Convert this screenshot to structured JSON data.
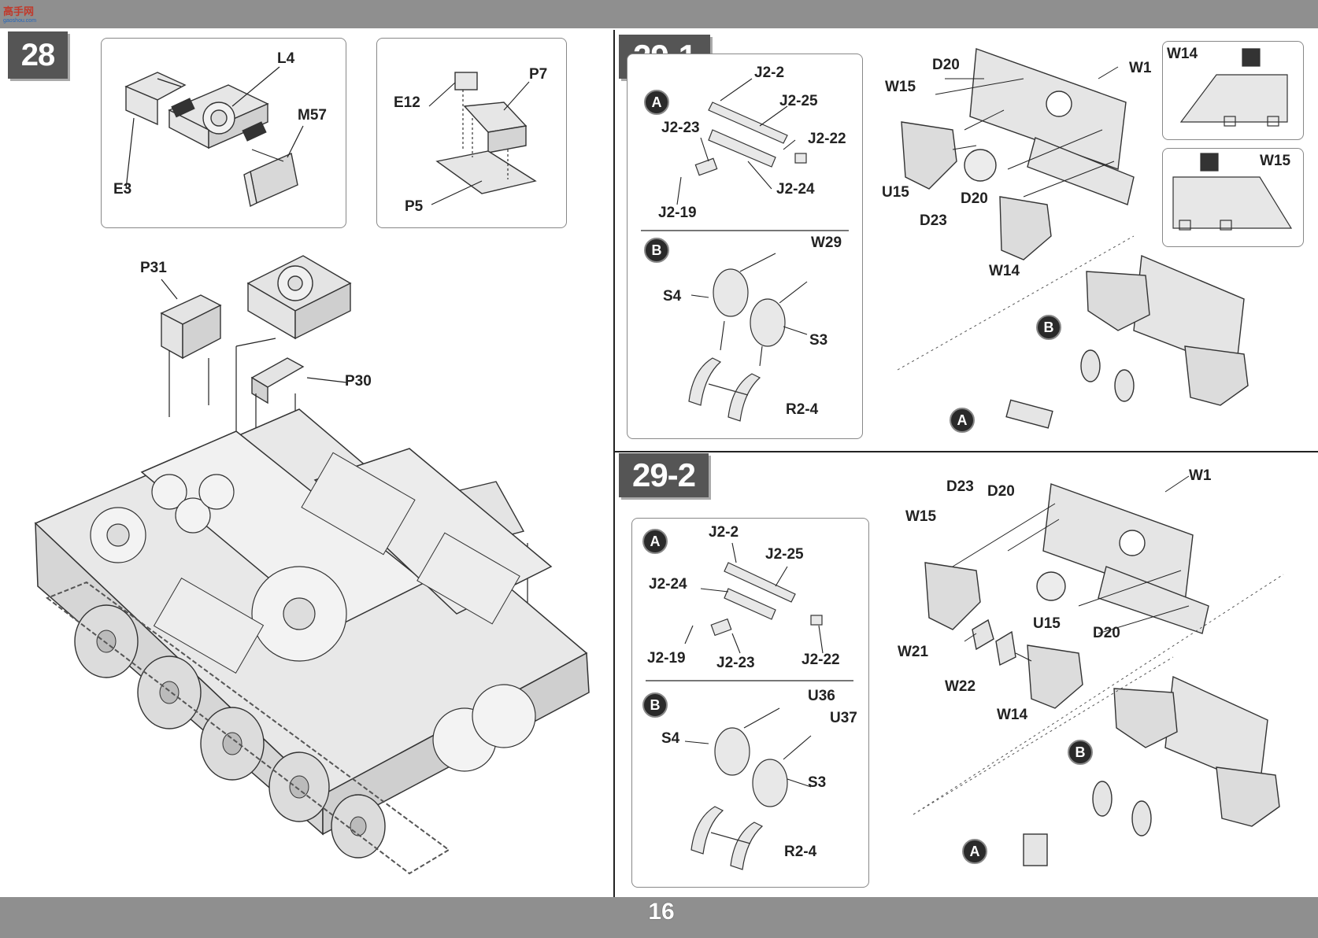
{
  "header": {
    "logo_text": "高手网",
    "logo_url": "gaoshou.com"
  },
  "page_number": "16",
  "steps": {
    "s28": {
      "number": "28",
      "labels": {
        "L4": "L4",
        "M57": "M57",
        "E3": "E3",
        "E12": "E12",
        "P7": "P7",
        "P5": "P5",
        "P31": "P31",
        "P30": "P30"
      }
    },
    "s29_1": {
      "number": "29-1",
      "sub_a": "A",
      "sub_b": "B",
      "labels": {
        "J2_2": "J2-2",
        "J2_25": "J2-25",
        "J2_23": "J2-23",
        "J2_22": "J2-22",
        "J2_24": "J2-24",
        "J2_19": "J2-19",
        "W29": "W29",
        "S4": "S4",
        "S3": "S3",
        "R2_4": "R2-4",
        "D20a": "D20",
        "W1": "W1",
        "W15": "W15",
        "U15": "U15",
        "D20b": "D20",
        "D23": "D23",
        "W14": "W14",
        "W14_inset": "W14",
        "W15_inset": "W15"
      }
    },
    "s29_2": {
      "number": "29-2",
      "sub_a": "A",
      "sub_b": "B",
      "labels": {
        "J2_2": "J2-2",
        "J2_25": "J2-25",
        "J2_24": "J2-24",
        "J2_19": "J2-19",
        "J2_23": "J2-23",
        "J2_22": "J2-22",
        "U36": "U36",
        "U37": "U37",
        "S4": "S4",
        "S3": "S3",
        "R2_4": "R2-4",
        "D23": "D23",
        "D20a": "D20",
        "W1": "W1",
        "W15": "W15",
        "U15": "U15",
        "D20b": "D20",
        "W21": "W21",
        "W22": "W22",
        "W14": "W14"
      }
    }
  }
}
